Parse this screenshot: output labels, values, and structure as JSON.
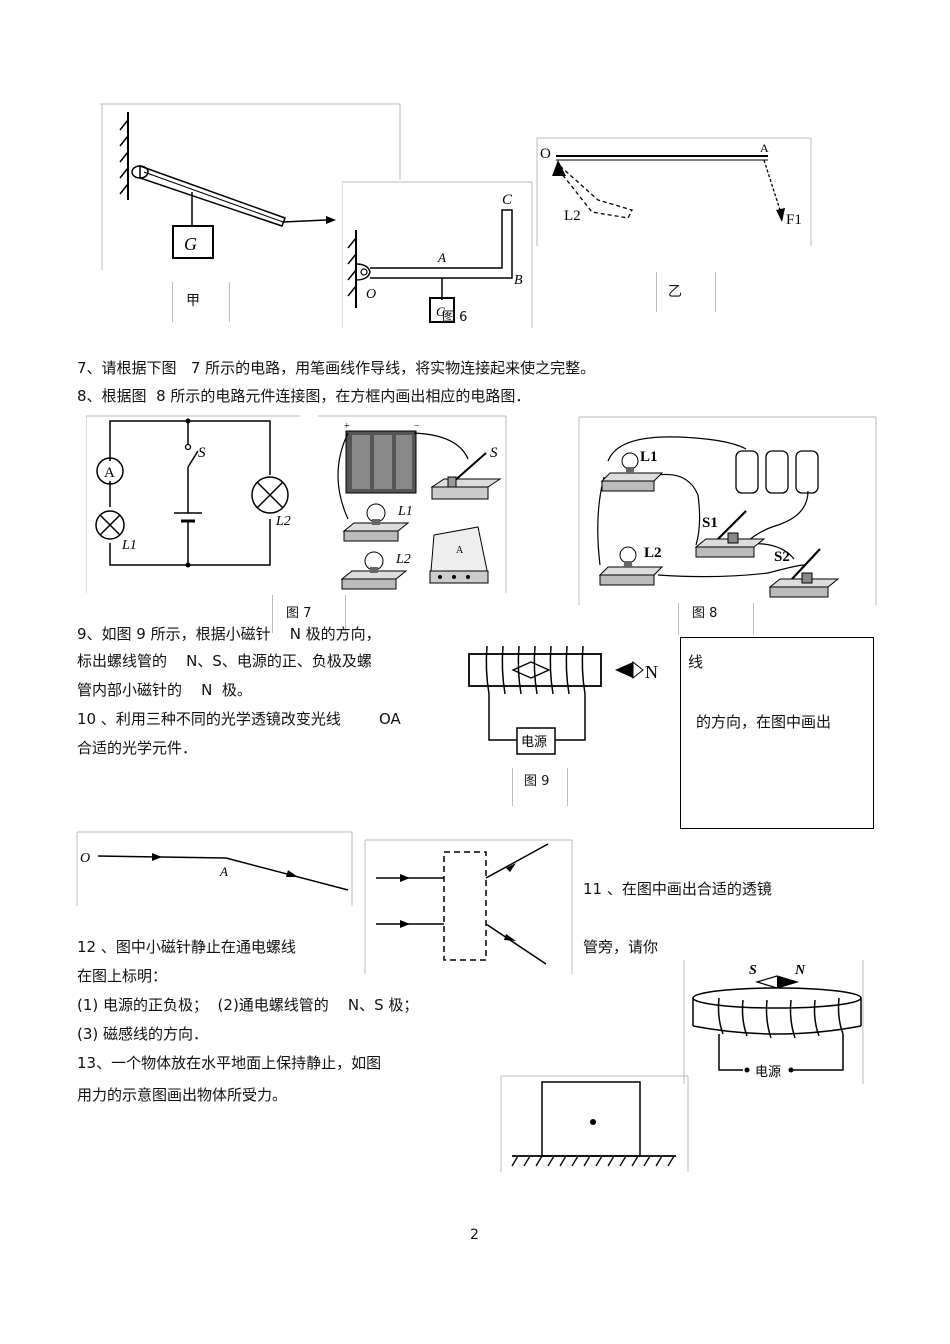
{
  "figure6": {
    "jia": {
      "caption": "甲",
      "weight_label": "G"
    },
    "bracket": {
      "caption": "图 6",
      "labels": {
        "C": "C",
        "A": "A",
        "B": "B",
        "O": "O",
        "G": "G"
      }
    },
    "yi": {
      "caption": "乙",
      "labels": {
        "O": "O",
        "A": "A",
        "L2": "L2",
        "F1": "F1"
      }
    }
  },
  "questions": {
    "q7": "7、请根据下图   7 所示的电路，用笔画线作导线，将实物连接起来使之完整。",
    "q8": "8、根据图  8 所示的电路元件连接图，在方框内画出相应的电路图．",
    "q9_l1": "9、如图 9 所示，根据小磁针    N 极的方向，",
    "q9_l2": "标出螺线管的    N、S、电源的正、负极及螺",
    "q9_l3": "管内部小磁针的    N  极。",
    "q10_l1": "10 、利用三种不同的光学透镜改变光线        OA",
    "q10_l2": "合适的光学元件．",
    "q10_r1": "线",
    "q10_r2": "的方向，在图中画出",
    "q11": "11 、在图中画出合适的透镜",
    "q12_l1": "12 、图中小磁针静止在通电螺线",
    "q12_r1": "管旁，请你",
    "q12_l2": "在图上标明：",
    "q12_l3": "(1) 电源的正负极；  (2)通电螺线管的    N、S 极；",
    "q12_l4": "(3) 磁感线的方向．",
    "q13_l1": "13、一个物体放在水平地面上保持静止，如图",
    "q13_l2": "用力的示意图画出物体所受力。"
  },
  "figure7": {
    "caption": "图 7",
    "labels": {
      "ammeter": "A",
      "switch": "S",
      "L1": "L1",
      "L2": "L2",
      "photo_S": "S",
      "photo_L1": "L1",
      "photo_L2": "L2",
      "photo_A": "A"
    }
  },
  "figure8": {
    "caption": "图 8",
    "labels": {
      "L1": "L1",
      "L2": "L2",
      "S1": "S1",
      "S2": "S2"
    }
  },
  "figure9": {
    "caption": "图 9",
    "needle_label": "N",
    "power_label": "电源"
  },
  "figure10": {
    "labels": {
      "O": "O",
      "A": "A"
    }
  },
  "figure12": {
    "S": "S",
    "N": "N",
    "power_label": "电源"
  },
  "page_number": "2"
}
